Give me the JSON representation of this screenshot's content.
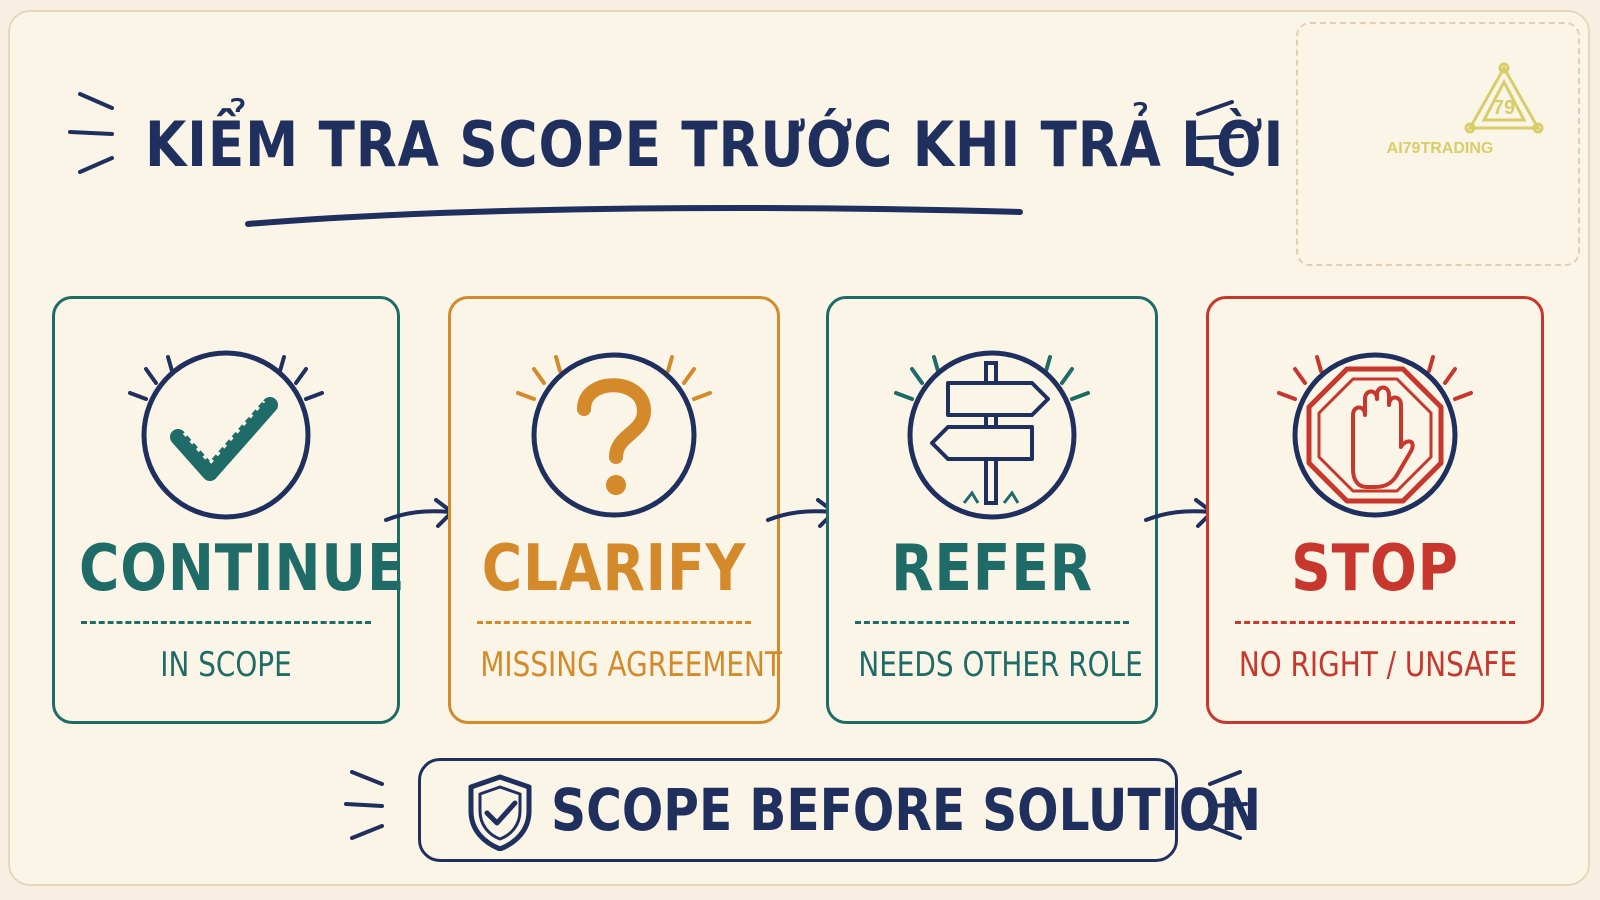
{
  "title": "KIỂM TRA SCOPE TRƯỚC KHI TRẢ LỜI",
  "logo": {
    "text": "AI79TRADING",
    "mark_text": "79",
    "color": "#d8cd6a"
  },
  "cards": [
    {
      "action": "CONTINUE",
      "note": "IN SCOPE",
      "color": "#1f6b67",
      "icon": "checkmark-icon"
    },
    {
      "action": "CLARIFY",
      "note": "MISSING AGREEMENT",
      "color": "#d48a2a",
      "icon": "question-mark-icon"
    },
    {
      "action": "REFER",
      "note": "NEEDS OTHER ROLE",
      "color": "#1f6b67",
      "icon": "signpost-icon"
    },
    {
      "action": "STOP",
      "note": "NO RIGHT / UNSAFE",
      "color": "#c8372d",
      "icon": "stop-hand-icon"
    }
  ],
  "banner": {
    "text": "SCOPE BEFORE SOLUTION",
    "icon": "shield-check-icon"
  },
  "colors": {
    "navy": "#1f2f5e",
    "teal": "#1f6b67",
    "orange": "#d48a2a",
    "red": "#c8372d"
  }
}
